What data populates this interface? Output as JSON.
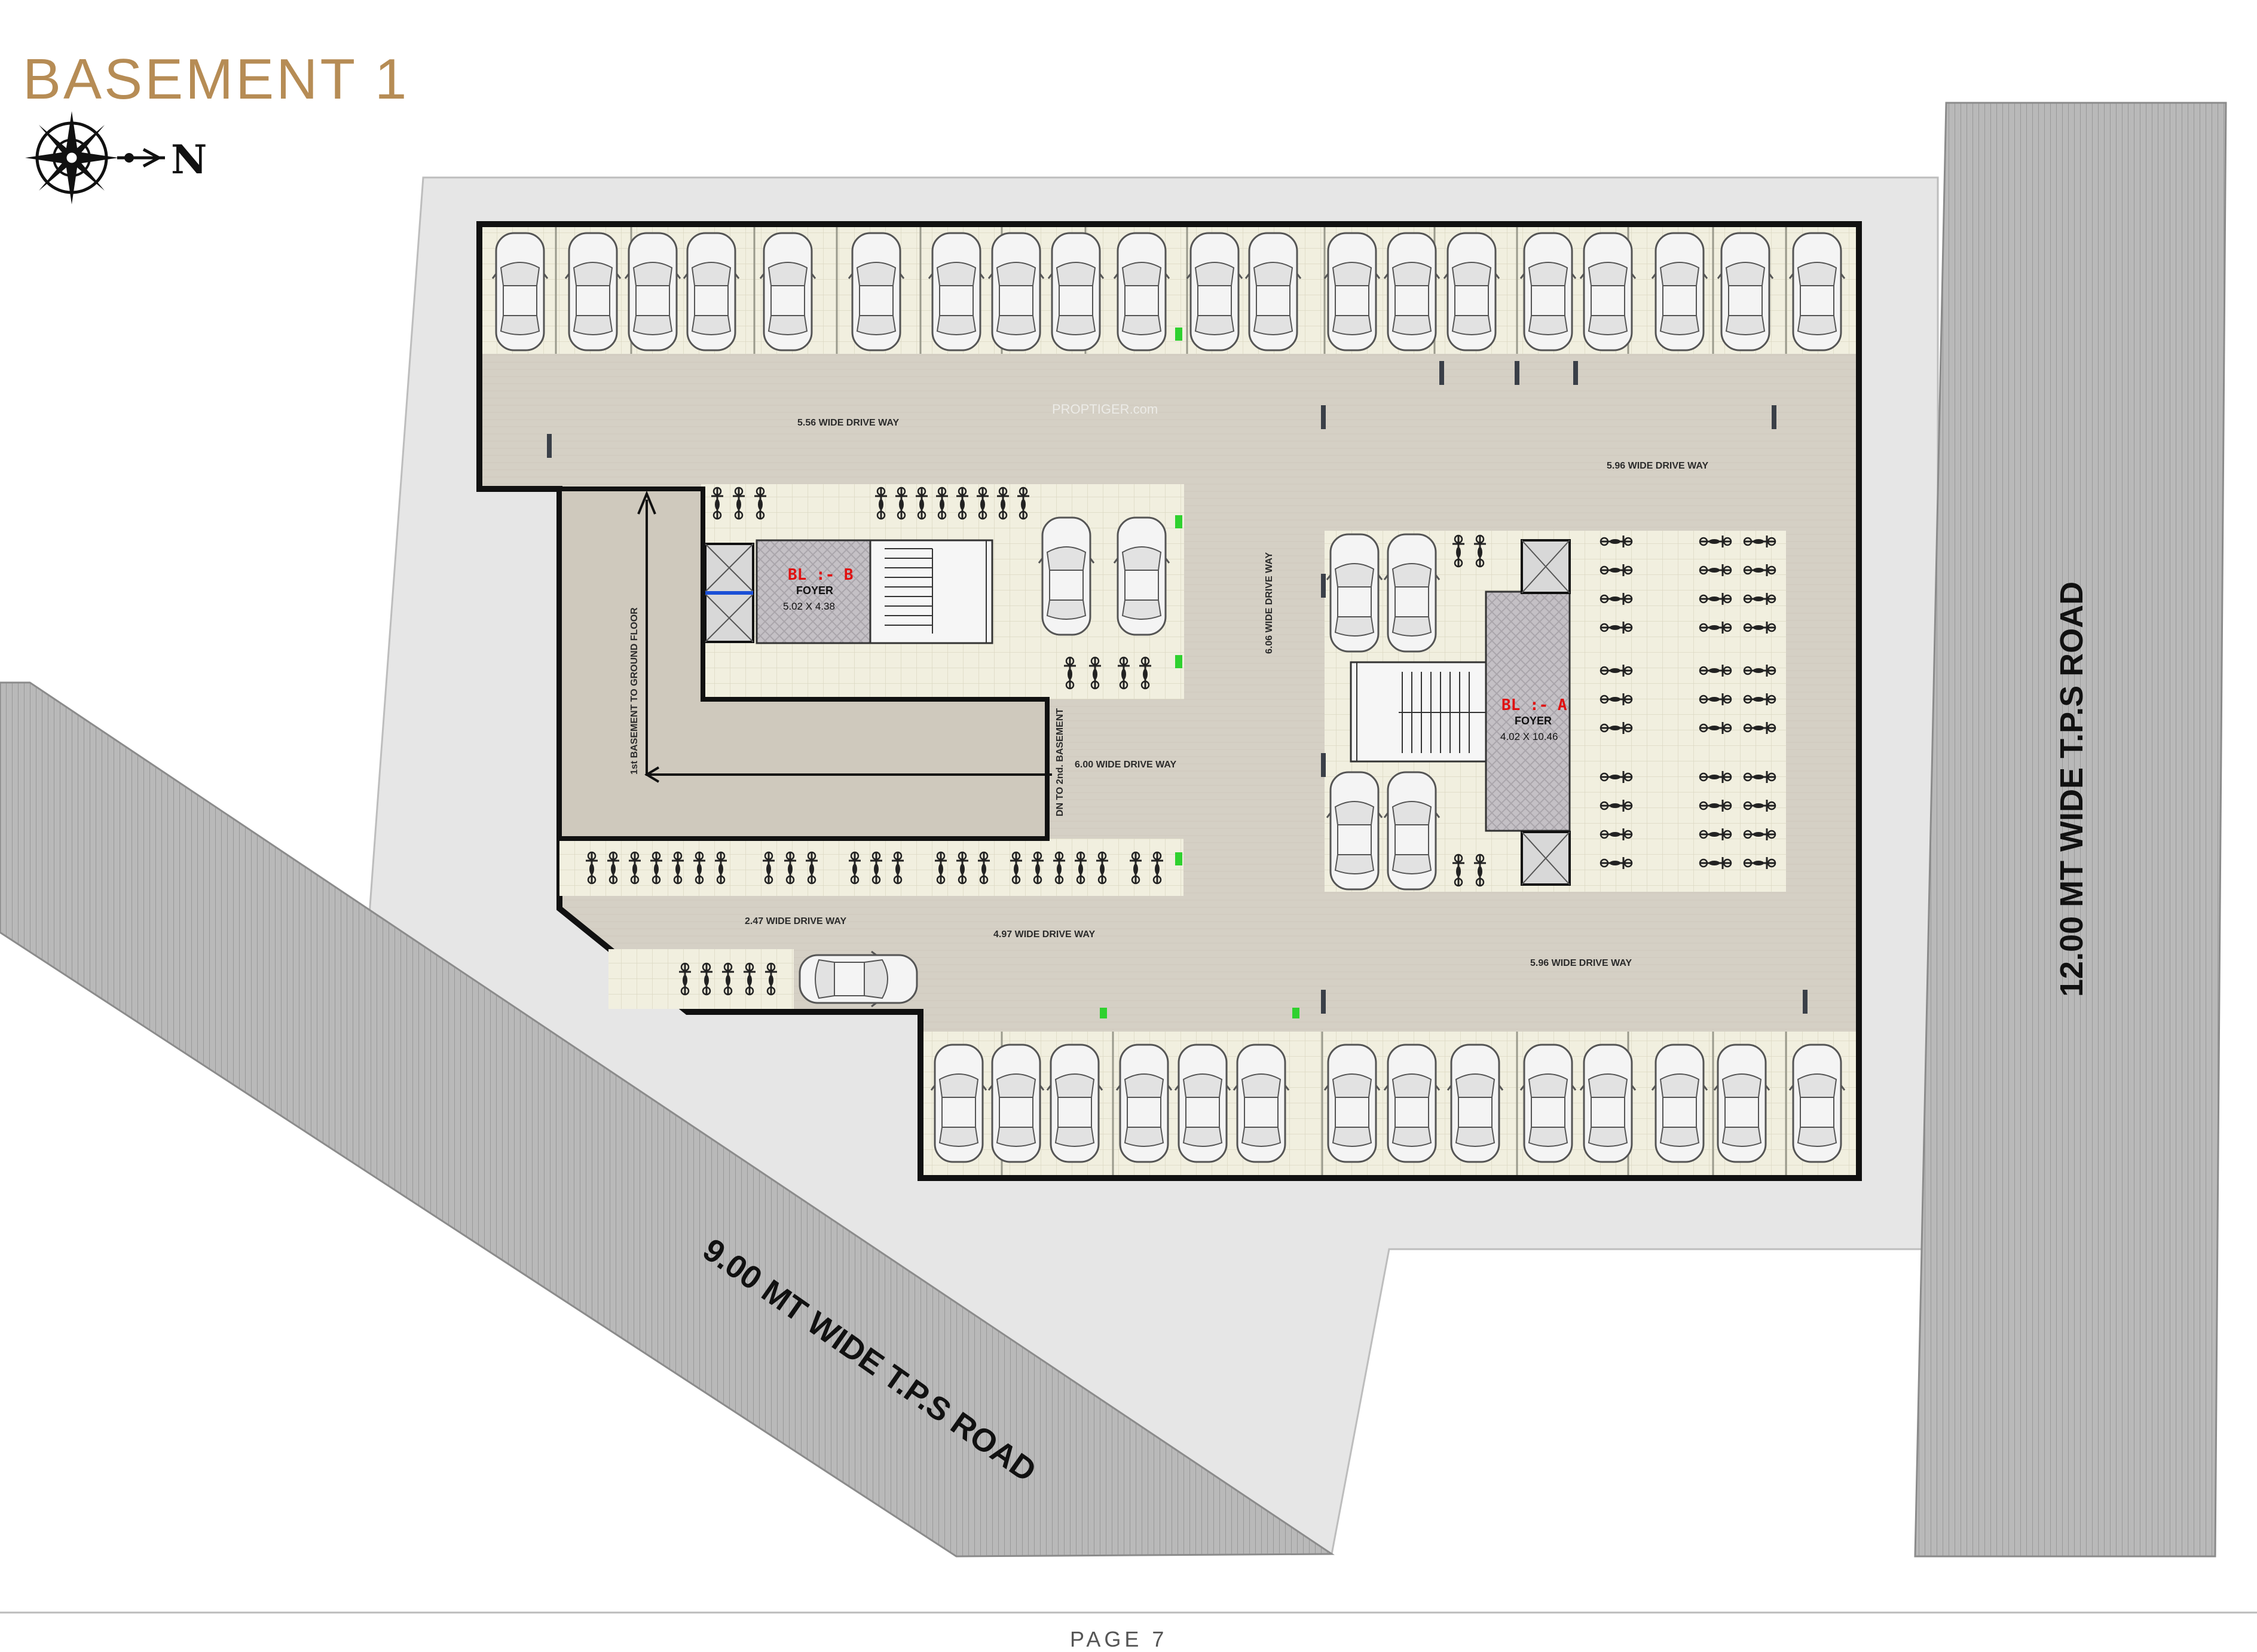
{
  "title": "BASEMENT 1",
  "compass": {
    "north_label": "N"
  },
  "roads": {
    "right": "12.00  MT WIDE T.P.S ROAD",
    "bottom_left": "9.00  MT WIDE T.P.S ROAD"
  },
  "driveways": {
    "top_left": "5.56 WIDE DRIVE WAY",
    "top_right": "5.96 WIDE DRIVE WAY",
    "center_vertical": "6.06 WIDE DRIVE WAY",
    "ramp_exit": "6.00 WIDE DRIVE WAY",
    "lower_left": "2.47 WIDE DRIVE WAY",
    "lower_center": "4.97 WIDE DRIVE WAY",
    "lower_right": "5.96 WIDE DRIVE WAY"
  },
  "ramps": {
    "up": "1st BASEMENT TO GROUND FLOOR",
    "down": "DN TO 2nd. BASEMENT"
  },
  "blocks": {
    "b": {
      "name": "BL :- B",
      "foyer": "FOYER",
      "size": "5.02 X 4.38"
    },
    "a": {
      "name": "BL :- A",
      "foyer": "FOYER",
      "size": "4.02 X 10.46"
    }
  },
  "watermark": "PROPTIGER.com",
  "footer": "PAGE 7",
  "colors": {
    "title": "#b68c55",
    "drive": "#d5d0c5",
    "parking": "#f1efdf",
    "road": "#b8b8b8",
    "site": "#e5e5e5",
    "accent": "#2fd12f",
    "block_label": "#e01010"
  }
}
